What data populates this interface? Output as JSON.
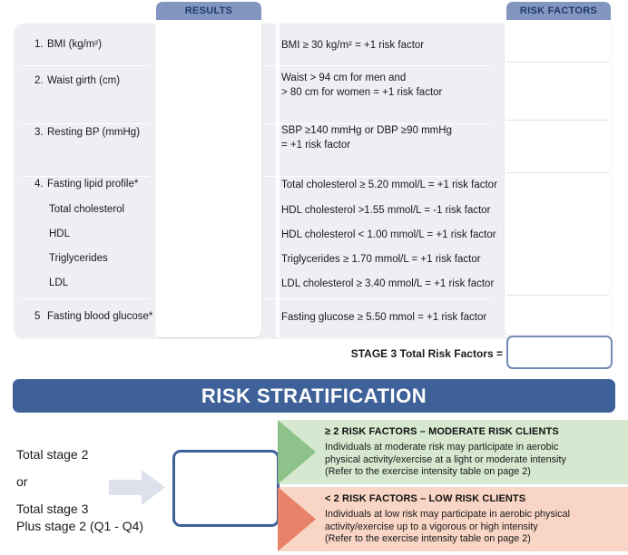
{
  "tabs": {
    "results": "RESULTS",
    "risk_factors": "RISK FACTORS"
  },
  "table": {
    "rows": [
      {
        "number": "1.",
        "label": "BMI (kg/m²)",
        "sublabels": [],
        "criteria": [
          "BMI ≥ 30 kg/m² = +1 risk factor"
        ]
      },
      {
        "number": "2.",
        "label": "Waist girth (cm)",
        "sublabels": [],
        "criteria": [
          "Waist > 94 cm for men and",
          "> 80 cm for women = +1 risk factor"
        ]
      },
      {
        "number": "3.",
        "label": "Resting BP (mmHg)",
        "sublabels": [],
        "criteria": [
          "SBP ≥140 mmHg or DBP ≥90 mmHg",
          "= +1 risk factor"
        ]
      },
      {
        "number": "4.",
        "label": "Fasting lipid profile*",
        "sublabels": [
          "Total cholesterol",
          "HDL",
          "Triglycerides",
          "LDL"
        ],
        "criteria": [
          "Total cholesterol ≥ 5.20 mmol/L = +1 risk factor",
          "HDL cholesterol >1.55 mmol/L = -1 risk factor",
          "HDL cholesterol < 1.00 mmol/L = +1 risk factor",
          "Triglycerides ≥ 1.70 mmol/L = +1 risk factor",
          "LDL cholesterol ≥ 3.40 mmol/L = +1 risk factor"
        ]
      },
      {
        "number": "5",
        "label": "Fasting blood glucose*",
        "sublabels": [],
        "criteria": [
          "Fasting glucose ≥ 5.50 mmol = +1 risk factor"
        ]
      }
    ],
    "results_values": [
      "",
      "",
      "",
      "",
      ""
    ],
    "risk_factor_values": [
      "",
      "",
      "",
      "",
      ""
    ]
  },
  "stage3": {
    "label": "STAGE 3  Total Risk Factors =",
    "value": ""
  },
  "banner": {
    "title": "RISK STRATIFICATION"
  },
  "bottom": {
    "stage_lines": {
      "line1": "Total stage 2",
      "line2": "or",
      "line3": "Total stage 3",
      "line4": "Plus stage 2 (Q1 -  Q4)"
    },
    "result_box_value": "",
    "callouts": [
      {
        "title": "≥ 2 RISK FACTORS – MODERATE RISK CLIENTS",
        "desc_line1": "Individuals at moderate risk may participate in aerobic",
        "desc_line2": "physical activity/exercise at a light or moderate intensity",
        "desc_line3": "(Refer to the exercise intensity table on page 2)"
      },
      {
        "title": "< 2 RISK FACTORS – LOW RISK CLIENTS",
        "desc_line1": "Individuals at low risk may participate in aerobic physical",
        "desc_line2": "activity/exercise up to a vigorous or high intensity",
        "desc_line3": "(Refer to the exercise intensity table on page 2)"
      }
    ]
  },
  "colors": {
    "tab_bg": "#8296c0",
    "tab_text": "#1f3a68",
    "panel_bg": "#edeff4",
    "banner_bg": "#3f6199",
    "box_border": "#3f6199",
    "moderate_body": "#d6e8d0",
    "moderate_arrow": "#8dc38a",
    "low_body": "#f8d5c5",
    "low_arrow": "#e8836a",
    "gray_arrow": "#dde1ec"
  }
}
